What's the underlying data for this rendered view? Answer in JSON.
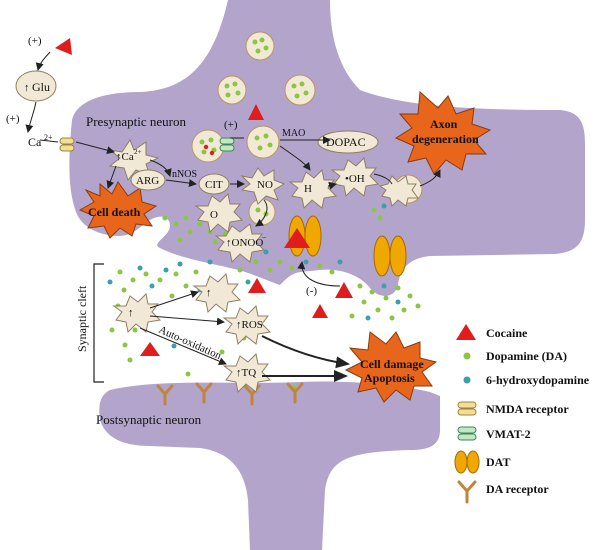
{
  "labels": {
    "glu": "Glu",
    "glu_up": "↑",
    "plus": "(+)",
    "minus": "(-)",
    "ca": "Ca",
    "ca_sup": "2+",
    "presynaptic": "Presynaptic neuron",
    "postsynaptic": "Postsynaptic neuron",
    "synaptic_cleft": "Synaptic cleft",
    "mao": "MAO",
    "dopac": "DOPAC",
    "axon_degeneration_1": "Axon",
    "axon_degeneration_2": "degeneration",
    "up_ca": "↑Ca",
    "arg": "ARG",
    "nnos": "nNOS",
    "cit": "CIT",
    "no": "NO",
    "h2o2": "H",
    "oh": "•OH",
    "o2": "O",
    "onoo": "↑ONOO",
    "onoo_sup": "−",
    "cell_death": "Cell death",
    "auto_oxidation": "Auto-oxidation",
    "ros": "↑ROS",
    "tq": "↑TQ",
    "cell_damage_1": "Cell damage",
    "cell_damage_2": "Apoptosis",
    "up": "↑"
  },
  "legend": [
    {
      "icon": "cocaine-triangle",
      "label": "Cocaine"
    },
    {
      "icon": "dopamine-dot",
      "label": "Dopamine (DA)"
    },
    {
      "icon": "hydroxydopamine-dot",
      "label": "6-hydroxydopamine"
    },
    {
      "icon": "nmda-receptor",
      "label": "NMDA receptor"
    },
    {
      "icon": "vmat2",
      "label": "VMAT-2"
    },
    {
      "icon": "dat",
      "label": "DAT"
    },
    {
      "icon": "da-receptor",
      "label": "DA receptor"
    }
  ],
  "colors": {
    "neuron": "#b3a4cc",
    "cocaine": "#e01c1c",
    "dopamine": "#8ac640",
    "hydroxydopamine": "#3aa0ab",
    "burst": "#e8661c",
    "star": "#f1e9d6",
    "dat": "#f0a800",
    "receptor": "#c0843a"
  }
}
